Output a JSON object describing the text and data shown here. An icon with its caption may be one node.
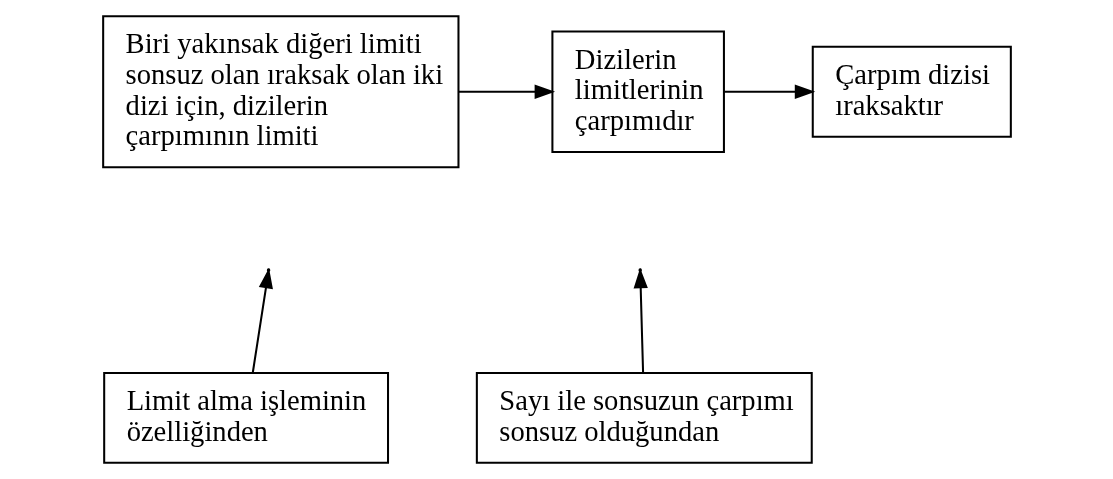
{
  "diagram": {
    "nodes": [
      {
        "text": [
          "Biri yakınsak diğeri limiti sonsuz olan ıraksak olan iki dizi için, dizilerin çarpımının limiti"
        ]
      },
      {
        "text": [
          "Dizilerin limitlerinin çarpımıdır"
        ]
      },
      {
        "text": [
          "Çarpım dizisi ıraksaktır"
        ]
      },
      {
        "text": [
          "Limit alma işleminin özelliğinden"
        ]
      },
      {
        "text": [
          "Sayı ile sonsuzun çarpımı sonsuz olduğundan"
        ]
      }
    ],
    "edges": [
      {
        "from": 0,
        "to": 1,
        "arrow": "to"
      },
      {
        "from": 1,
        "to": 2,
        "arrow": "to"
      },
      {
        "from": 3,
        "to": null,
        "arrow": "to"
      },
      {
        "from": 4,
        "to": null,
        "arrow": "to"
      }
    ]
  }
}
